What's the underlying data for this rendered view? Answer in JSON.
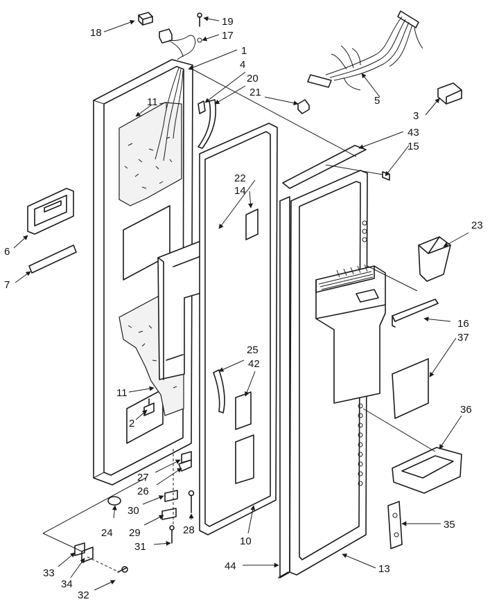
{
  "callouts": [
    {
      "id": "1",
      "label": "1"
    },
    {
      "id": "2",
      "label": "2"
    },
    {
      "id": "3",
      "label": "3"
    },
    {
      "id": "4",
      "label": "4"
    },
    {
      "id": "5",
      "label": "5"
    },
    {
      "id": "6",
      "label": "6"
    },
    {
      "id": "7",
      "label": "7"
    },
    {
      "id": "10",
      "label": "10"
    },
    {
      "id": "11a",
      "label": "11"
    },
    {
      "id": "11b",
      "label": "11"
    },
    {
      "id": "13",
      "label": "13"
    },
    {
      "id": "14",
      "label": "14"
    },
    {
      "id": "15",
      "label": "15"
    },
    {
      "id": "16",
      "label": "16"
    },
    {
      "id": "17",
      "label": "17"
    },
    {
      "id": "18",
      "label": "18"
    },
    {
      "id": "19",
      "label": "19"
    },
    {
      "id": "20",
      "label": "20"
    },
    {
      "id": "21",
      "label": "21"
    },
    {
      "id": "22",
      "label": "22"
    },
    {
      "id": "23",
      "label": "23"
    },
    {
      "id": "24",
      "label": "24"
    },
    {
      "id": "25",
      "label": "25"
    },
    {
      "id": "26",
      "label": "26"
    },
    {
      "id": "27",
      "label": "27"
    },
    {
      "id": "28",
      "label": "28"
    },
    {
      "id": "29",
      "label": "29"
    },
    {
      "id": "30",
      "label": "30"
    },
    {
      "id": "31",
      "label": "31"
    },
    {
      "id": "32",
      "label": "32"
    },
    {
      "id": "33",
      "label": "33"
    },
    {
      "id": "34",
      "label": "34"
    },
    {
      "id": "35",
      "label": "35"
    },
    {
      "id": "36",
      "label": "36"
    },
    {
      "id": "37",
      "label": "37"
    },
    {
      "id": "42",
      "label": "42"
    },
    {
      "id": "43",
      "label": "43"
    },
    {
      "id": "44",
      "label": "44"
    }
  ]
}
